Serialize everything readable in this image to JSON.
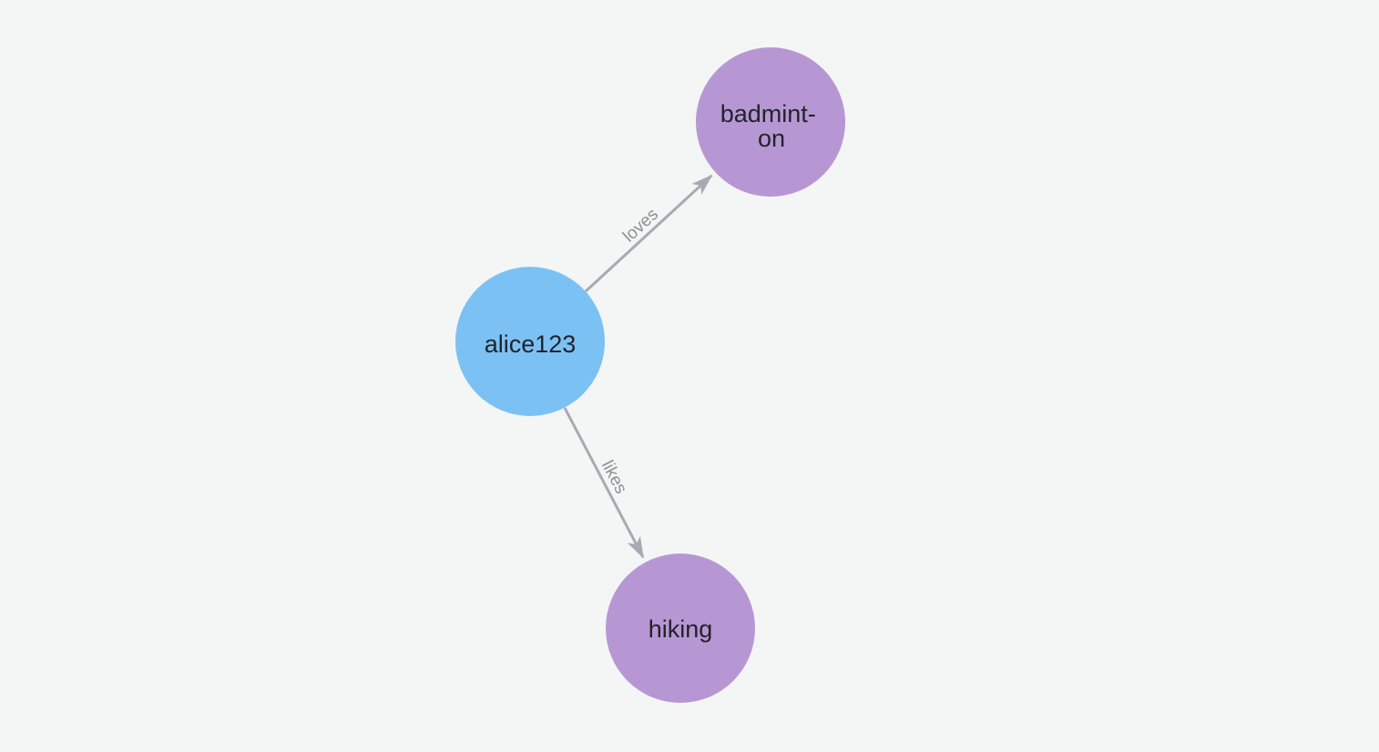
{
  "canvas": {
    "background_color": "#f4f5f5"
  },
  "graph": {
    "style": {
      "edge_color": "#a8aab3",
      "edge_label_color": "#8d8f96",
      "node_text_color": "#20242a",
      "user_node_color": "#7cc1f4",
      "hobby_node_color": "#b797d3"
    },
    "nodes": [
      {
        "id": "alice123",
        "label": "alice123",
        "color": "#7cc1f4"
      },
      {
        "id": "badminton",
        "label": "badminton",
        "label_lines": [
          "badmint-",
          "on"
        ],
        "color": "#b797d3"
      },
      {
        "id": "hiking",
        "label": "hiking",
        "color": "#b797d3"
      }
    ],
    "edges": [
      {
        "source": "alice123",
        "target": "badminton",
        "label": "loves"
      },
      {
        "source": "alice123",
        "target": "hiking",
        "label": "likes"
      }
    ]
  }
}
